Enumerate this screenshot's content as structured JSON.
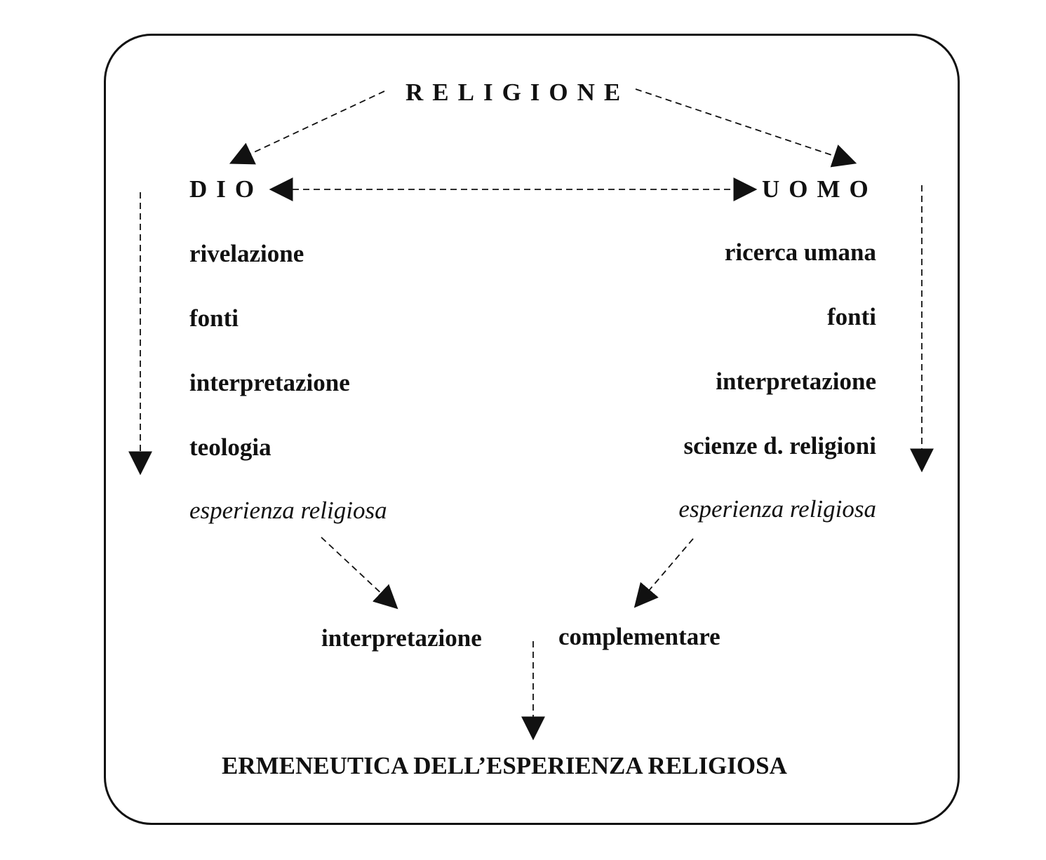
{
  "diagram": {
    "title": "RELIGIONE",
    "left": {
      "heading": "DIO",
      "items": [
        "rivelazione",
        "fonti",
        "interpretazione",
        "teologia"
      ],
      "experience": "esperienza religiosa"
    },
    "right": {
      "heading": "UOMO",
      "items": [
        "ricerca umana",
        "fonti",
        "interpretazione",
        "scienze d. religioni"
      ],
      "experience": "esperienza religiosa"
    },
    "merge": {
      "left_word": "interpretazione",
      "right_word": "complementare"
    },
    "conclusion": "ERMENEUTICA DELL’ESPERIENZA RELIGIOSA",
    "colors": {
      "ink": "#111111",
      "background": "#ffffff"
    }
  }
}
